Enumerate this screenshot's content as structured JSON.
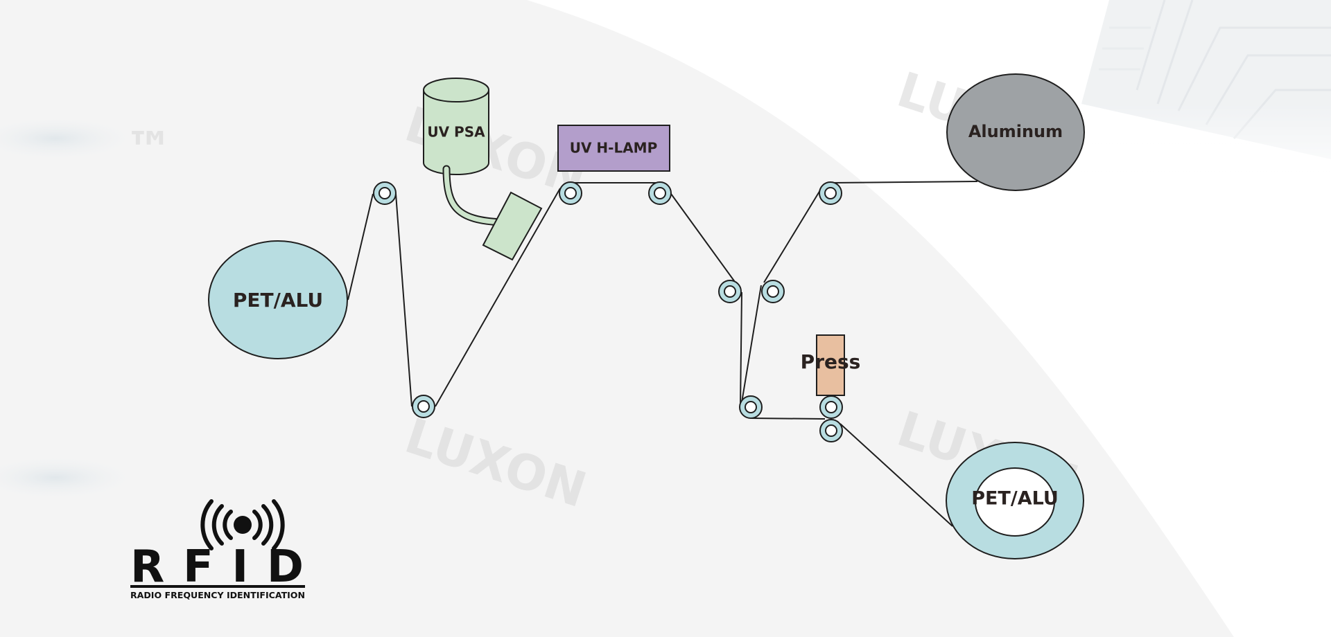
{
  "diagram": {
    "unwind_roll_label": "PET/ALU",
    "adhesive_tank_label": "UV PSA",
    "uv_lamp_label": "UV H-LAMP",
    "aluminum_roll_label": "Aluminum",
    "press_label": "Press",
    "rewind_roll_label": "PET/ALU"
  },
  "watermark": {
    "text": "LUXON",
    "tm": "™"
  },
  "logo": {
    "letters": "RFID",
    "subtitle": "RADIO FREQUENCY IDENTIFICATION"
  },
  "colors": {
    "roll_fill": "#b8dde1",
    "aluminum_fill": "#9ea2a5",
    "adhesive_fill": "#cce4cb",
    "lamp_fill": "#b39ecb",
    "press_fill": "#e8bfa0",
    "line": "#1e1e1e"
  }
}
